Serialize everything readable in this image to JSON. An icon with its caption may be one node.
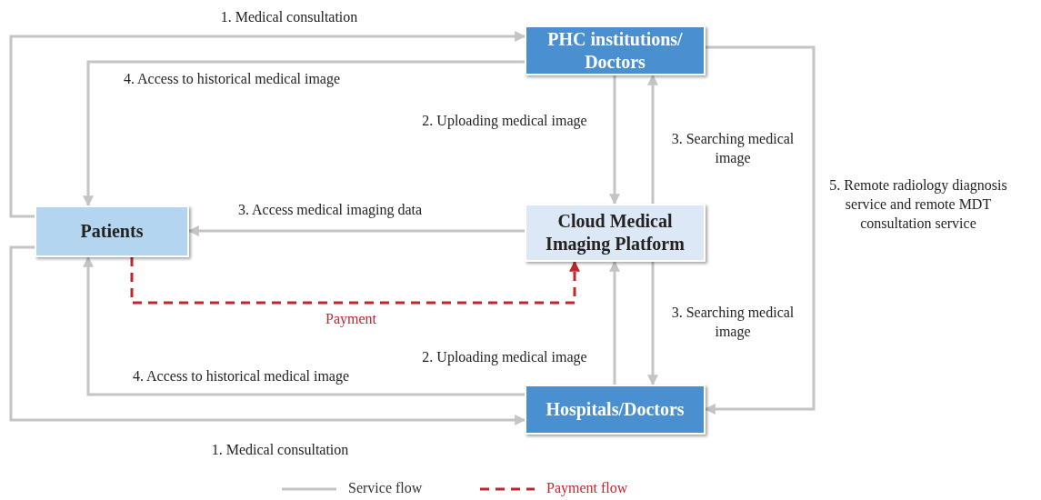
{
  "diagram": {
    "nodes": [
      {
        "text": [
          "PHC institutions/ Doctors"
        ]
      },
      {
        "text": [
          "Patients"
        ]
      },
      {
        "text": [
          "Cloud Medical Imaging Platform"
        ]
      },
      {
        "text": [
          "Hospitals/Doctors"
        ]
      }
    ],
    "edges": [
      {
        "from": 1,
        "to": 0,
        "arrow": "to",
        "label": "1. Medical consultation"
      },
      {
        "from": 0,
        "to": 1,
        "arrow": "to",
        "label": "4. Access to historical medical image"
      },
      {
        "from": 0,
        "to": 2,
        "arrow": "to",
        "label": "2. Uploading medical image"
      },
      {
        "from": 2,
        "to": 0,
        "arrow": "to",
        "label": "3. Searching medical image"
      },
      {
        "from": 0,
        "to": 3,
        "arrow": "to",
        "label": "5. Remote radiology diagnosis service and remote MDT consultation service"
      },
      {
        "from": 2,
        "to": 1,
        "arrow": "to",
        "label": "3. Access medical imaging data"
      },
      {
        "from": 1,
        "to": 2,
        "arrow": "to",
        "label": "Payment",
        "style": "dashed",
        "color": "#c0272d"
      },
      {
        "from": 2,
        "to": 3,
        "arrow": "to",
        "label": "3. Searching medical image"
      },
      {
        "from": 3,
        "to": 2,
        "arrow": "to",
        "label": "2. Uploading medical image"
      },
      {
        "from": 3,
        "to": 1,
        "arrow": "to",
        "label": "4. Access to historical medical image"
      },
      {
        "from": 1,
        "to": 3,
        "arrow": "to",
        "label": "1. Medical consultation"
      }
    ],
    "legend": [
      {
        "text": "Service flow"
      },
      {
        "text": "Payment flow"
      }
    ]
  }
}
